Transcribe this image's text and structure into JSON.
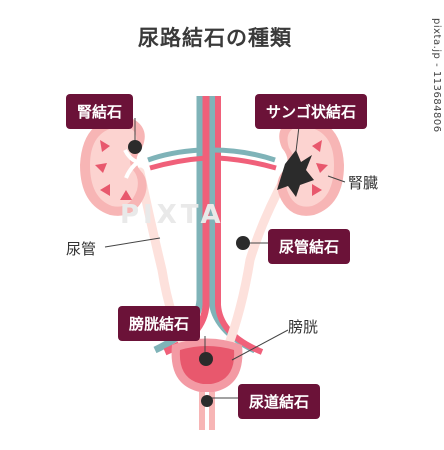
{
  "title": "尿路結石の種類",
  "callouts": {
    "kidney_stone": "腎結石",
    "staghorn_stone": "サンゴ状結石",
    "ureteral_stone": "尿管結石",
    "bladder_stone": "膀胱結石",
    "urethral_stone": "尿道結石"
  },
  "labels": {
    "kidney": "腎臓",
    "ureter": "尿管",
    "bladder": "膀胱"
  },
  "watermark": {
    "side_text": "pixta.jp - 113684806",
    "center_text": "PIXTA"
  },
  "colors": {
    "callout_bg": "#6b1238",
    "artery": "#f0607a",
    "vein": "#7fb3b8",
    "kidney": "#f7b5b5",
    "stone": "#2b2b2b"
  }
}
